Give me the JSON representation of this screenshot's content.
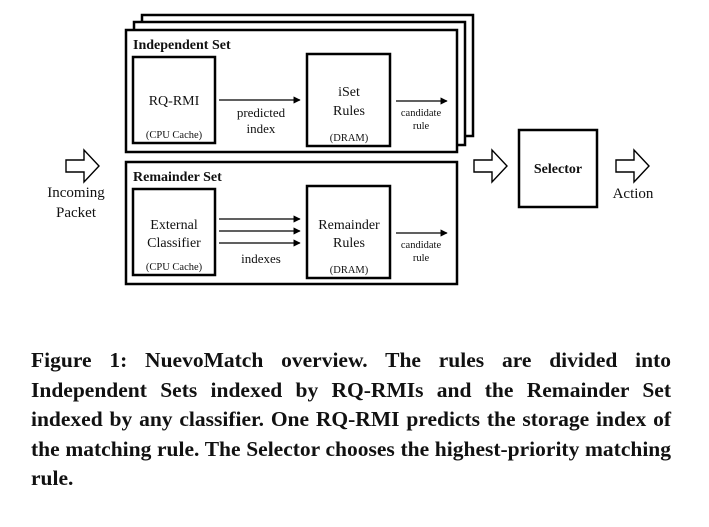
{
  "diagram": {
    "input": {
      "line1": "Incoming",
      "line2": "Packet"
    },
    "independent_set": {
      "title": "Independent Set",
      "model": {
        "line1": "RQ-RMI",
        "sub": "(CPU Cache)"
      },
      "edge_label": {
        "line1": "predicted",
        "line2": "index"
      },
      "rules": {
        "line1": "iSet",
        "line2": "Rules",
        "sub": "(DRAM)"
      },
      "output_label": {
        "line1": "candidate",
        "line2": "rule"
      }
    },
    "remainder_set": {
      "title": "Remainder Set",
      "model": {
        "line1": "External",
        "line2": "Classifier",
        "sub": "(CPU Cache)"
      },
      "edge_label": {
        "line1": "indexes"
      },
      "rules": {
        "line1": "Remainder",
        "line2": "Rules",
        "sub": "(DRAM)"
      },
      "output_label": {
        "line1": "candidate",
        "line2": "rule"
      }
    },
    "selector": {
      "label": "Selector"
    },
    "output": {
      "label": "Action"
    }
  },
  "caption": {
    "text": "Figure 1: NuevoMatch overview. The rules are divided into Independent Sets indexed by RQ-RMIs and the Remainder Set indexed by any classifier. One RQ-RMI predicts the storage index of the matching rule. The Selector chooses the highest-priority matching rule."
  }
}
